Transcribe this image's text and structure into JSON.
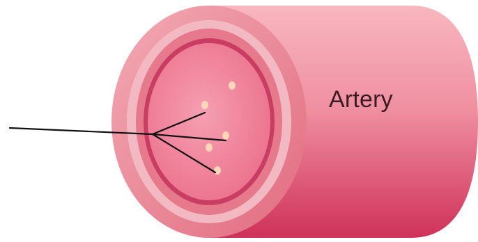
{
  "diagram": {
    "labels": {
      "artery": "Artery"
    },
    "colors": {
      "background": "#ffffff",
      "vessel_body_light": "#f3a3ad",
      "vessel_body_dark": "#d33a5d",
      "outer_ring": "#e87586",
      "adventitia_ring": "#f2b6bf",
      "media_ring": "#e46e83",
      "intima_ring": "#c5385d",
      "lumen": "#f27f96",
      "dots": "#ffd3b0",
      "lines": "#111111"
    },
    "icons": {
      "vessel": "artery-cylinder-shape",
      "branching_lines": "pointer-lines"
    }
  }
}
